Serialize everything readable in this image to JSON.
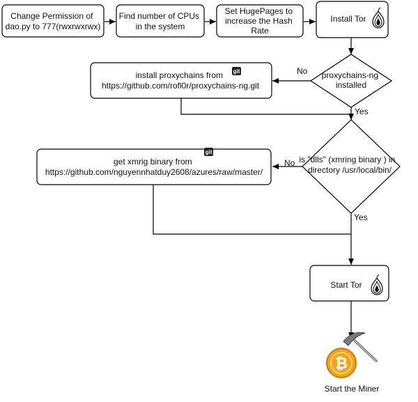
{
  "nodes": {
    "chmod": {
      "lines": [
        "Change Permission of",
        "dao.py to 777(rwxrwxrwx)"
      ]
    },
    "cpus": {
      "lines": [
        "Find number of CPUs",
        "in the system"
      ]
    },
    "hugepages": {
      "lines": [
        "Set HugePages to",
        "increase the Hash",
        "Rate"
      ]
    },
    "install_tor": {
      "lines": [
        "Install Tor"
      ]
    },
    "proxychains_check": {
      "lines": [
        "proxychains-ng",
        "installed"
      ]
    },
    "install_proxychains": {
      "lines": [
        "install proxychains from",
        "https://github.com/rofl0r/proxychains-ng.git"
      ]
    },
    "dlls_check": {
      "lines": [
        "is \"dlls\" (xmring binary ) in",
        "directory /usr/local/bin/"
      ]
    },
    "get_xmrig": {
      "lines": [
        "get xmrig binary from",
        "https://github.com/nguyennhatduy2608/azures/raw/master/"
      ]
    },
    "start_tor": {
      "lines": [
        "Start Tor"
      ]
    },
    "start_miner": {
      "lines": [
        "Start the Miner"
      ]
    }
  },
  "edge_labels": {
    "proxychains_no": "No",
    "proxychains_yes": "Yes",
    "dlls_no": "No",
    "dlls_yes": "Yes"
  },
  "badges": {
    "git": "git"
  },
  "icons": {
    "tor": "tor-onion-icon",
    "git": "git-icon",
    "miner": "bitcoin-pickaxe-icon"
  },
  "colors": {
    "coin": "#f2a51a",
    "coin_dark": "#c77d0a",
    "tor_purple": "#7d4698"
  }
}
